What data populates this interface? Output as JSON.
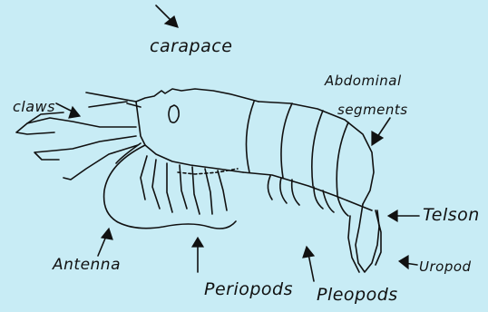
{
  "labels": {
    "carapace": "carapace",
    "abdominal_line1": "Abdominal",
    "abdominal_line2": "segments",
    "claws": "claws",
    "telson": "Telson",
    "uropod": "Uropod",
    "antenna": "Antenna",
    "periopods": "Periopods",
    "pleopods": "Pleopods"
  },
  "colors": {
    "background": "#c8ecf5",
    "ink": "#111111"
  }
}
